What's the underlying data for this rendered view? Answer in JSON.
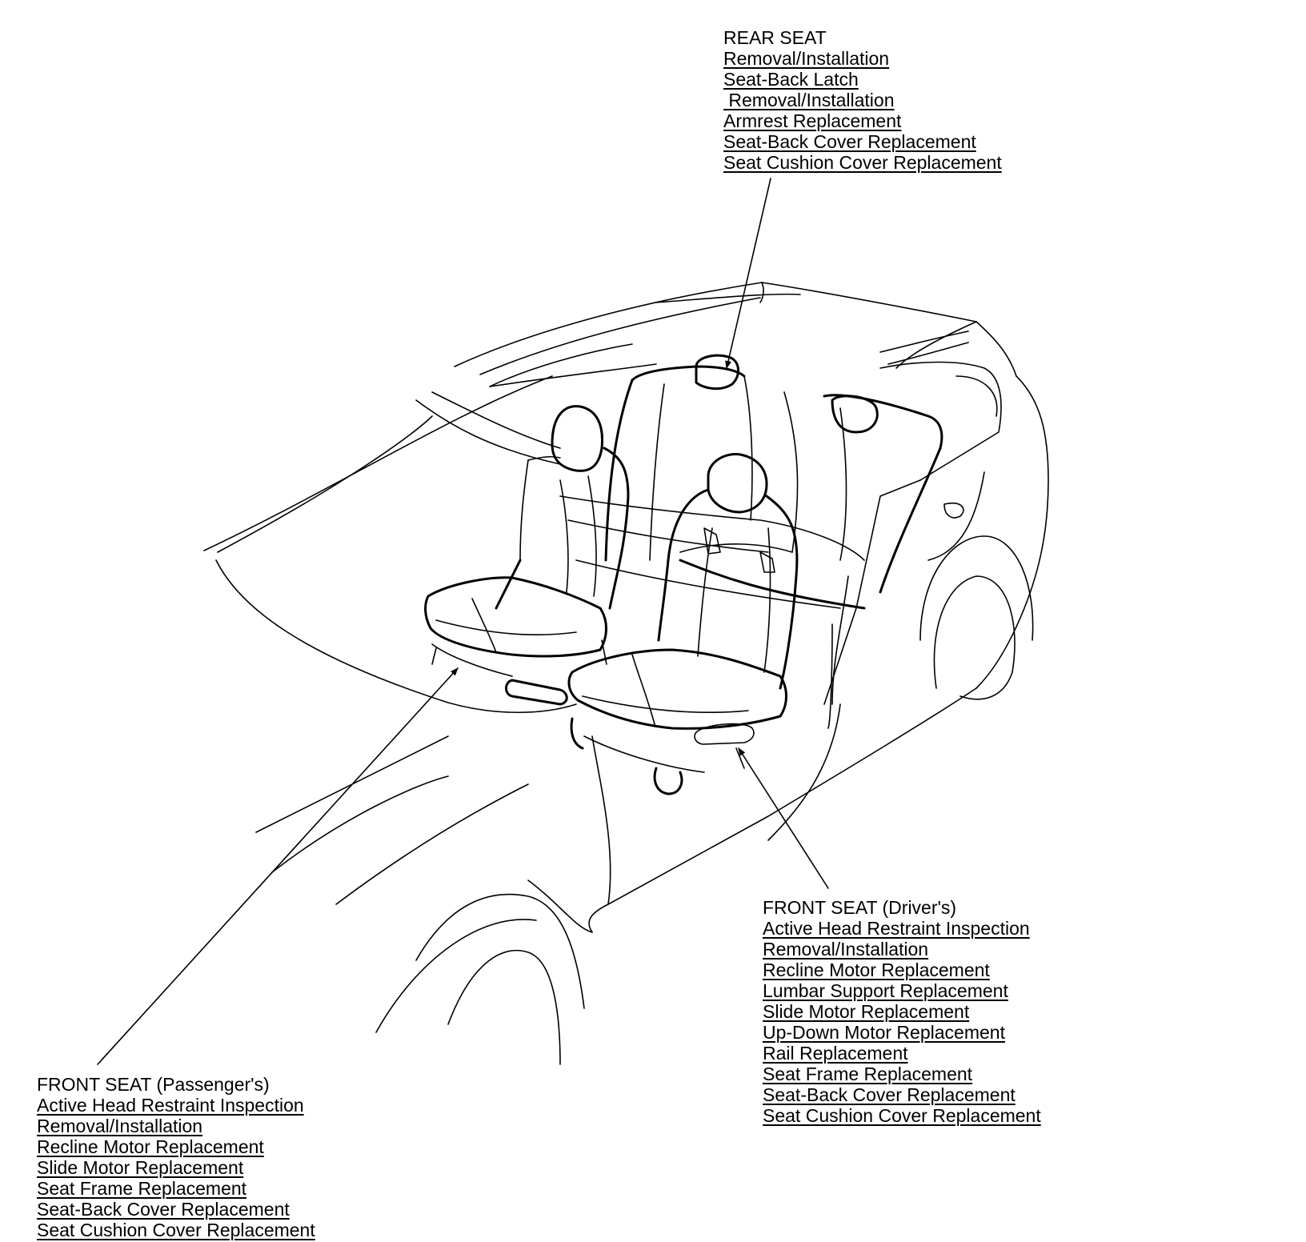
{
  "callouts": {
    "rear": {
      "heading": "REAR SEAT",
      "links": [
        "Removal/Installation",
        "Seat-Back Latch",
        " Removal/Installation",
        "Armrest Replacement",
        "Seat-Back Cover Replacement",
        "Seat Cushion Cover Replacement"
      ]
    },
    "driver": {
      "heading": "FRONT SEAT (Driver's)",
      "links": [
        "Active Head Restraint Inspection",
        "Removal/Installation",
        "Recline Motor Replacement",
        "Lumbar Support Replacement",
        "Slide Motor Replacement",
        "Up-Down Motor Replacement",
        "Rail Replacement",
        "Seat Frame Replacement",
        "Seat-Back Cover Replacement",
        "Seat Cushion Cover Replacement"
      ]
    },
    "passenger": {
      "heading": "FRONT SEAT (Passenger's)",
      "links": [
        "Active Head Restraint Inspection",
        "Removal/Installation",
        "Recline Motor Replacement",
        "Slide Motor Replacement",
        "Seat Frame Replacement",
        "Seat-Back Cover Replacement",
        "Seat Cushion Cover Replacement"
      ]
    }
  }
}
